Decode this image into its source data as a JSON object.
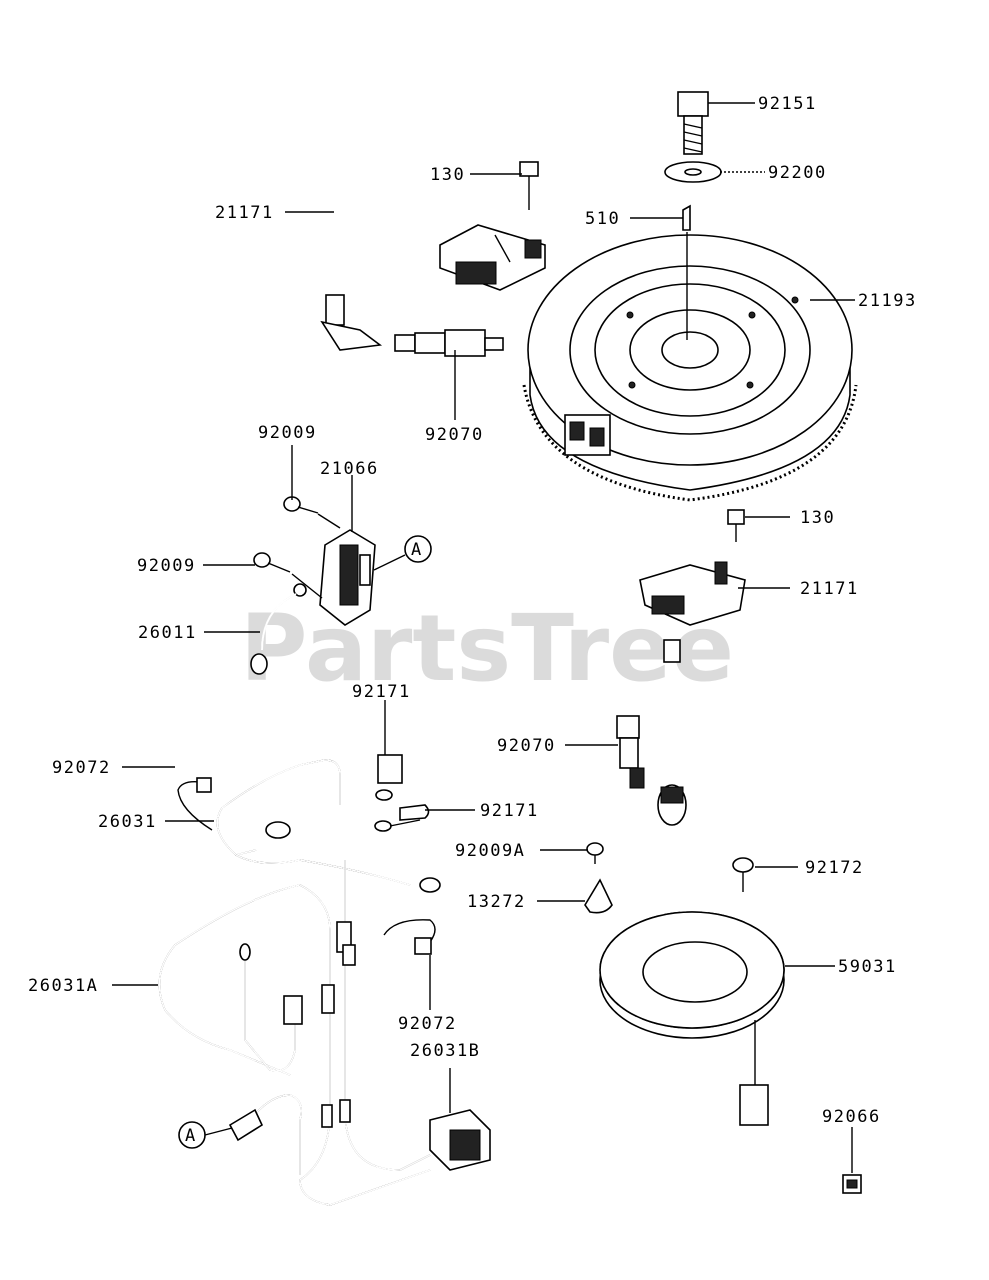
{
  "watermark": "PartsTree",
  "callouts": {
    "p92151": "92151",
    "p92200": "92200",
    "p130_top": "130",
    "p510": "510",
    "p21171_top": "21171",
    "p21193": "21193",
    "p92070_top": "92070",
    "p92009_a": "92009",
    "p21066": "21066",
    "p92009_b": "92009",
    "p26011": "26011",
    "p130_mid": "130",
    "p21171_mid": "21171",
    "p92171_a": "92171",
    "p92070_mid": "92070",
    "p92072_a": "92072",
    "p26031": "26031",
    "p92171_b": "92171",
    "p92009A": "92009A",
    "p92172": "92172",
    "p13272": "13272",
    "p59031": "59031",
    "p26031A": "26031A",
    "p92072_b": "92072",
    "p26031B": "26031B",
    "p92066": "92066",
    "ref_a_top": "A",
    "ref_a_bottom": "A"
  }
}
